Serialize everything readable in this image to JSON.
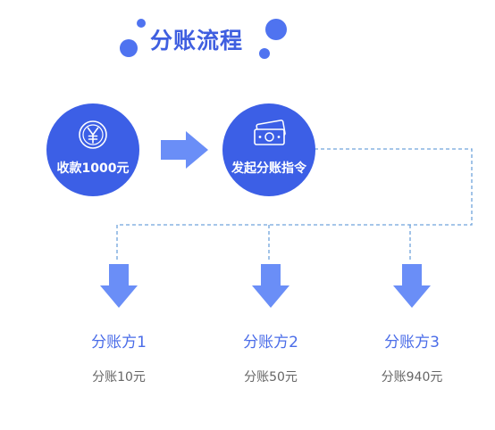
{
  "title": "分账流程",
  "steps": [
    {
      "label": "收款1000元",
      "icon": "yuan-coin-icon"
    },
    {
      "label": "发起分账指令",
      "icon": "banknote-icon"
    }
  ],
  "parties": [
    {
      "name": "分账方1",
      "amount": "分账10元"
    },
    {
      "name": "分账方2",
      "amount": "分账50元"
    },
    {
      "name": "分账方3",
      "amount": "分账940元"
    }
  ],
  "colors": {
    "primary": "#3c5fe6",
    "arrow": "#6a8ef7",
    "connector": "#6fa3dc"
  }
}
